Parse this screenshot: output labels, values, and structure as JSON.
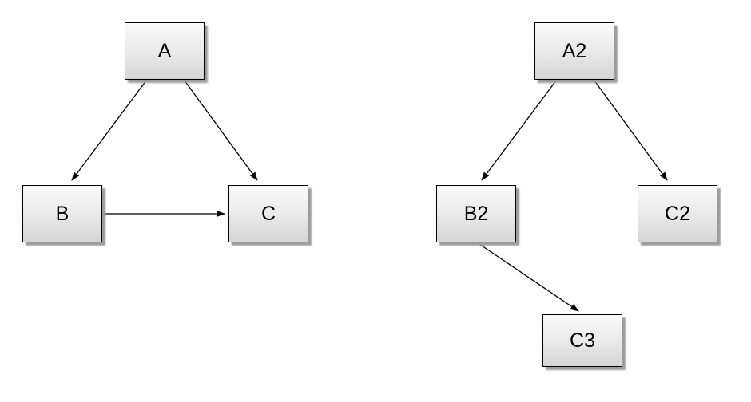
{
  "colors": {
    "background": "#ffffff",
    "node_fill_top": "#fafafa",
    "node_fill_bottom": "#d5d5d5",
    "node_border": "#000000",
    "node_shadow": "#9c9c9c",
    "edge_stroke": "#000000",
    "label_color": "#000000"
  },
  "diagram": {
    "left": {
      "nodes": [
        {
          "id": "A",
          "label": "A"
        },
        {
          "id": "B",
          "label": "B"
        },
        {
          "id": "C",
          "label": "C"
        }
      ],
      "edges": [
        {
          "from": "A",
          "to": "B"
        },
        {
          "from": "A",
          "to": "C"
        },
        {
          "from": "B",
          "to": "C"
        }
      ]
    },
    "right": {
      "nodes": [
        {
          "id": "A2",
          "label": "A2"
        },
        {
          "id": "B2",
          "label": "B2"
        },
        {
          "id": "C2",
          "label": "C2"
        },
        {
          "id": "C3",
          "label": "C3"
        }
      ],
      "edges": [
        {
          "from": "A2",
          "to": "B2"
        },
        {
          "from": "A2",
          "to": "C2"
        },
        {
          "from": "B2",
          "to": "C3"
        }
      ]
    }
  }
}
